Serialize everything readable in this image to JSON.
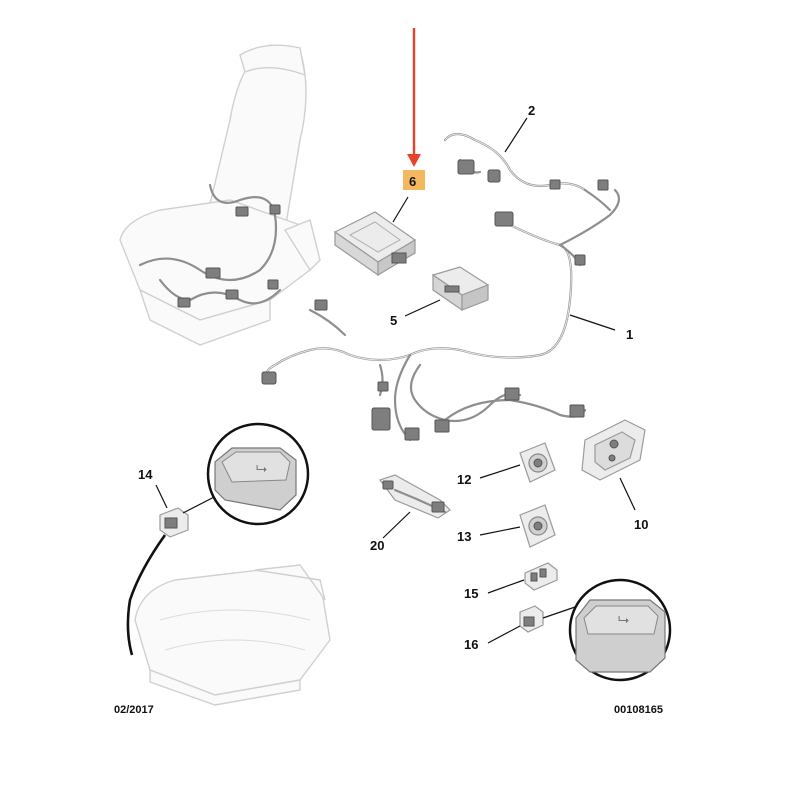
{
  "highlight_color": "#e8422a",
  "highlight_box_color": "#f4b860",
  "callouts": [
    {
      "id": "callout-1",
      "label": "1"
    },
    {
      "id": "callout-2",
      "label": "2"
    },
    {
      "id": "callout-5",
      "label": "5"
    },
    {
      "id": "callout-6",
      "label": "6"
    },
    {
      "id": "callout-10",
      "label": "10"
    },
    {
      "id": "callout-12",
      "label": "12"
    },
    {
      "id": "callout-13",
      "label": "13"
    },
    {
      "id": "callout-14",
      "label": "14"
    },
    {
      "id": "callout-15",
      "label": "15"
    },
    {
      "id": "callout-16",
      "label": "16"
    },
    {
      "id": "callout-20",
      "label": "20"
    }
  ],
  "footer": {
    "date": "02/2017",
    "reference": "00108165"
  }
}
